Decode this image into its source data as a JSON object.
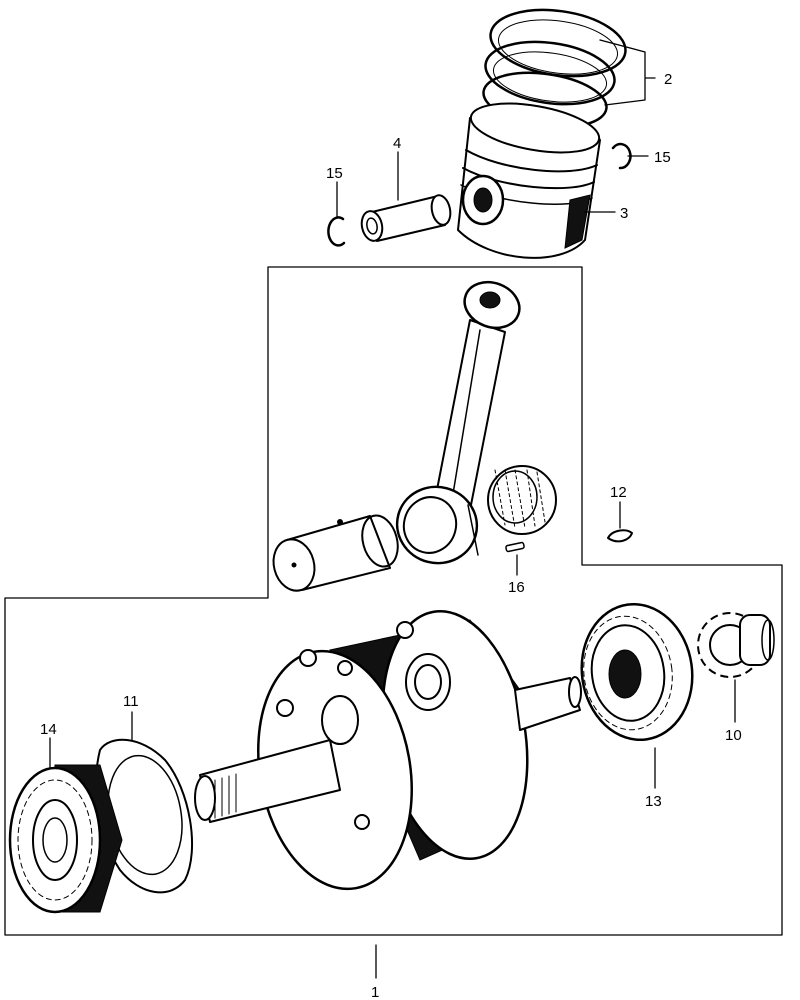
{
  "diagram": {
    "kind": "exploded parts diagram",
    "subject": "crankshaft / piston assembly",
    "callouts": [
      {
        "id": "c1",
        "label": "1"
      },
      {
        "id": "c2",
        "label": "2"
      },
      {
        "id": "c3",
        "label": "3"
      },
      {
        "id": "c4",
        "label": "4"
      },
      {
        "id": "c10",
        "label": "10"
      },
      {
        "id": "c11",
        "label": "11"
      },
      {
        "id": "c12",
        "label": "12"
      },
      {
        "id": "c13",
        "label": "13"
      },
      {
        "id": "c14",
        "label": "14"
      },
      {
        "id": "c15a",
        "label": "15"
      },
      {
        "id": "c15b",
        "label": "15"
      },
      {
        "id": "c16",
        "label": "16"
      }
    ]
  },
  "colors": {
    "ink": "#000000",
    "paper": "#ffffff"
  }
}
